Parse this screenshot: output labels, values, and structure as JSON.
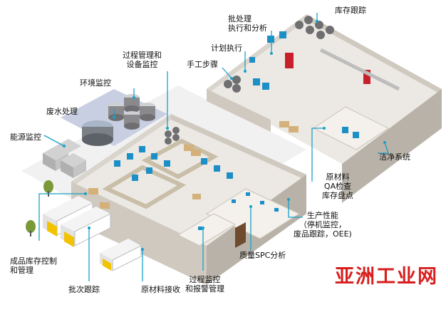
{
  "labels": {
    "inventory_tracking": "库存跟踪",
    "batch_processing": "批处理\n执行和分析",
    "plan_execution": "计划执行",
    "manual_steps": "手工步骤",
    "process_management": "过程管理和\n设备监控",
    "environment_monitoring": "环境监控",
    "wastewater_treatment": "废水处理",
    "energy_monitoring": "能源监控",
    "clean_system": "洁净系统",
    "raw_material_qa": "原材料\nQA检查\n库存盘点",
    "production_performance": "生产性能\n（停机监控，\n废品跟踪，OEE)",
    "quality_spc": "质量SPC分析",
    "finished_goods": "成品库存控制\n和管理",
    "batch_tracking": "批次跟踪",
    "raw_material_receiving": "原材料接收",
    "process_monitoring_alarm": "过程监控\n和报警管理"
  },
  "watermark": "亚洲工业网",
  "colors": {
    "leader_line": "#1aa0c8",
    "floor": "#ece9e4",
    "wall_top": "#d9d4cc",
    "wall_side": "#b9b2a8",
    "equipment_blue": "#1c8fc7",
    "tank_dark": "#6f6f72",
    "tank_light": "#cfd0d2",
    "wastewater_pad": "#c9cfe3",
    "red_machine": "#c8202a",
    "truck_white": "#f4f4f4",
    "truck_yellow": "#f2c300",
    "grass": "#e6e6e6",
    "tree": "#7a9a3a"
  }
}
